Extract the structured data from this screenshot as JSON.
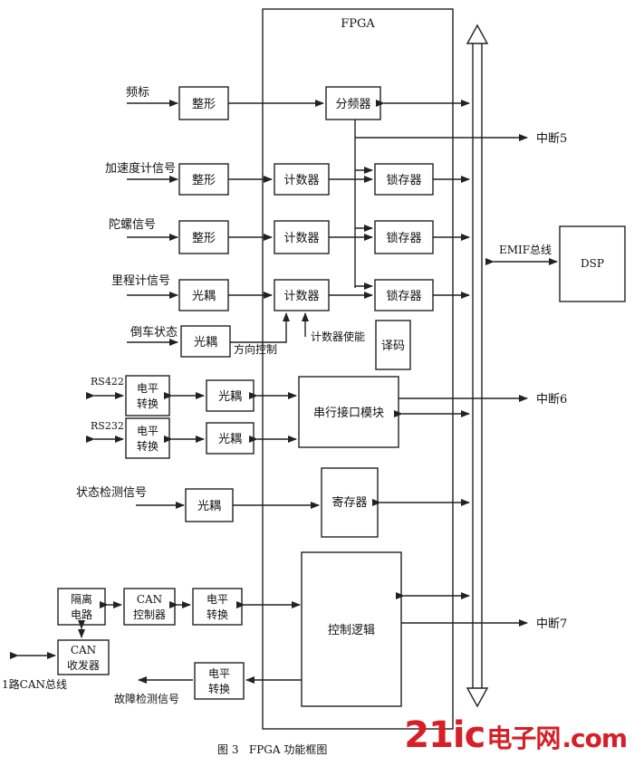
{
  "fpga_label": "FPGA",
  "caption": "图 3   FPGA 功能框图",
  "watermark": {
    "main": "21ic",
    "sub": "电子网",
    "domain": ".com"
  },
  "inputs": {
    "freq": "频标",
    "accel": "加速度计信号",
    "gyro": "陀螺信号",
    "odo": "里程计信号",
    "reverse": "倒车状态",
    "rs422": "RS422",
    "rs232": "RS232",
    "status": "状态检测信号",
    "can_bus": "1路CAN总线",
    "fault": "故障检测信号"
  },
  "blocks": {
    "shaping": "整形",
    "opto": "光耦",
    "divider": "分频器",
    "counter": "计数器",
    "latch": "锁存器",
    "decoder": "译码",
    "serial": "串行接口模块",
    "register": "寄存器",
    "control": "控制逻辑",
    "level1": "电平",
    "level2": "转换",
    "iso1": "隔离",
    "iso2": "电路",
    "canctl1": "CAN",
    "canctl2": "控制器",
    "cantx1": "CAN",
    "cantx2": "收发器",
    "dsp": "DSP"
  },
  "labels": {
    "dir_ctrl": "方向控制",
    "cnt_enable": "计数器使能",
    "emif": "EMIF总线",
    "int5": "中断5",
    "int6": "中断6",
    "int7": "中断7"
  }
}
